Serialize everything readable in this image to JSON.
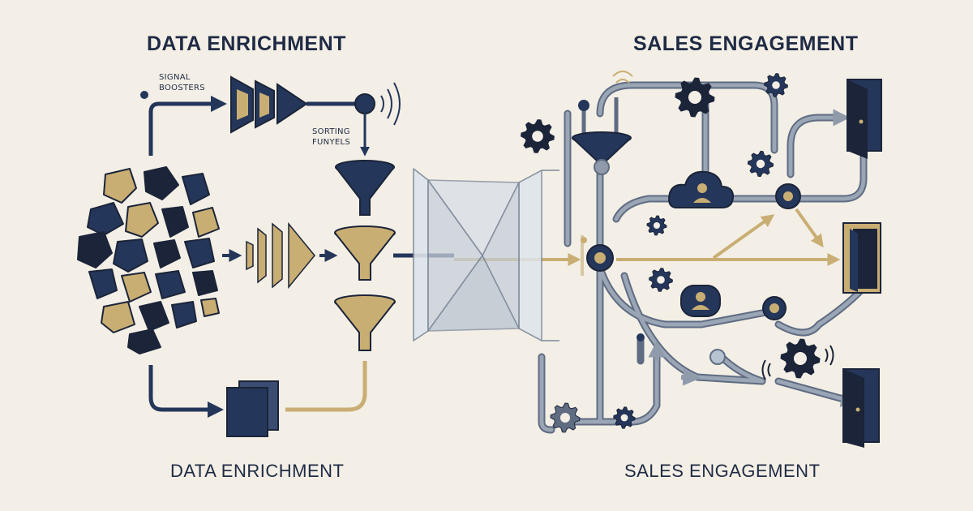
{
  "left_title": "DATA ENRICHMENT",
  "right_title": "SALES ENGAGEMENT",
  "left_footer": "DATA ENRICHMENT",
  "right_footer": "SALES ENGAGEMENT",
  "signal_boosters_label": {
    "line1": "SIGNAL",
    "line2": "BOOSTERS"
  },
  "sorting_funnels_label": {
    "line1": "SORTING",
    "line2": "FUNYELS"
  },
  "colors": {
    "background": "#f3efe6",
    "navy": "#24365a",
    "dark_navy": "#1b2438",
    "gold": "#c9ae74",
    "steel": "#8f9aab",
    "glass": "#c7d0dc"
  },
  "icons": [
    "data-chunk-icon",
    "amplifier-icon",
    "funnel-icon",
    "stacked-box-icon",
    "prism-icon",
    "gear-icon",
    "user-icon",
    "cloud-user-icon",
    "door-icon",
    "signal-wave-icon"
  ]
}
